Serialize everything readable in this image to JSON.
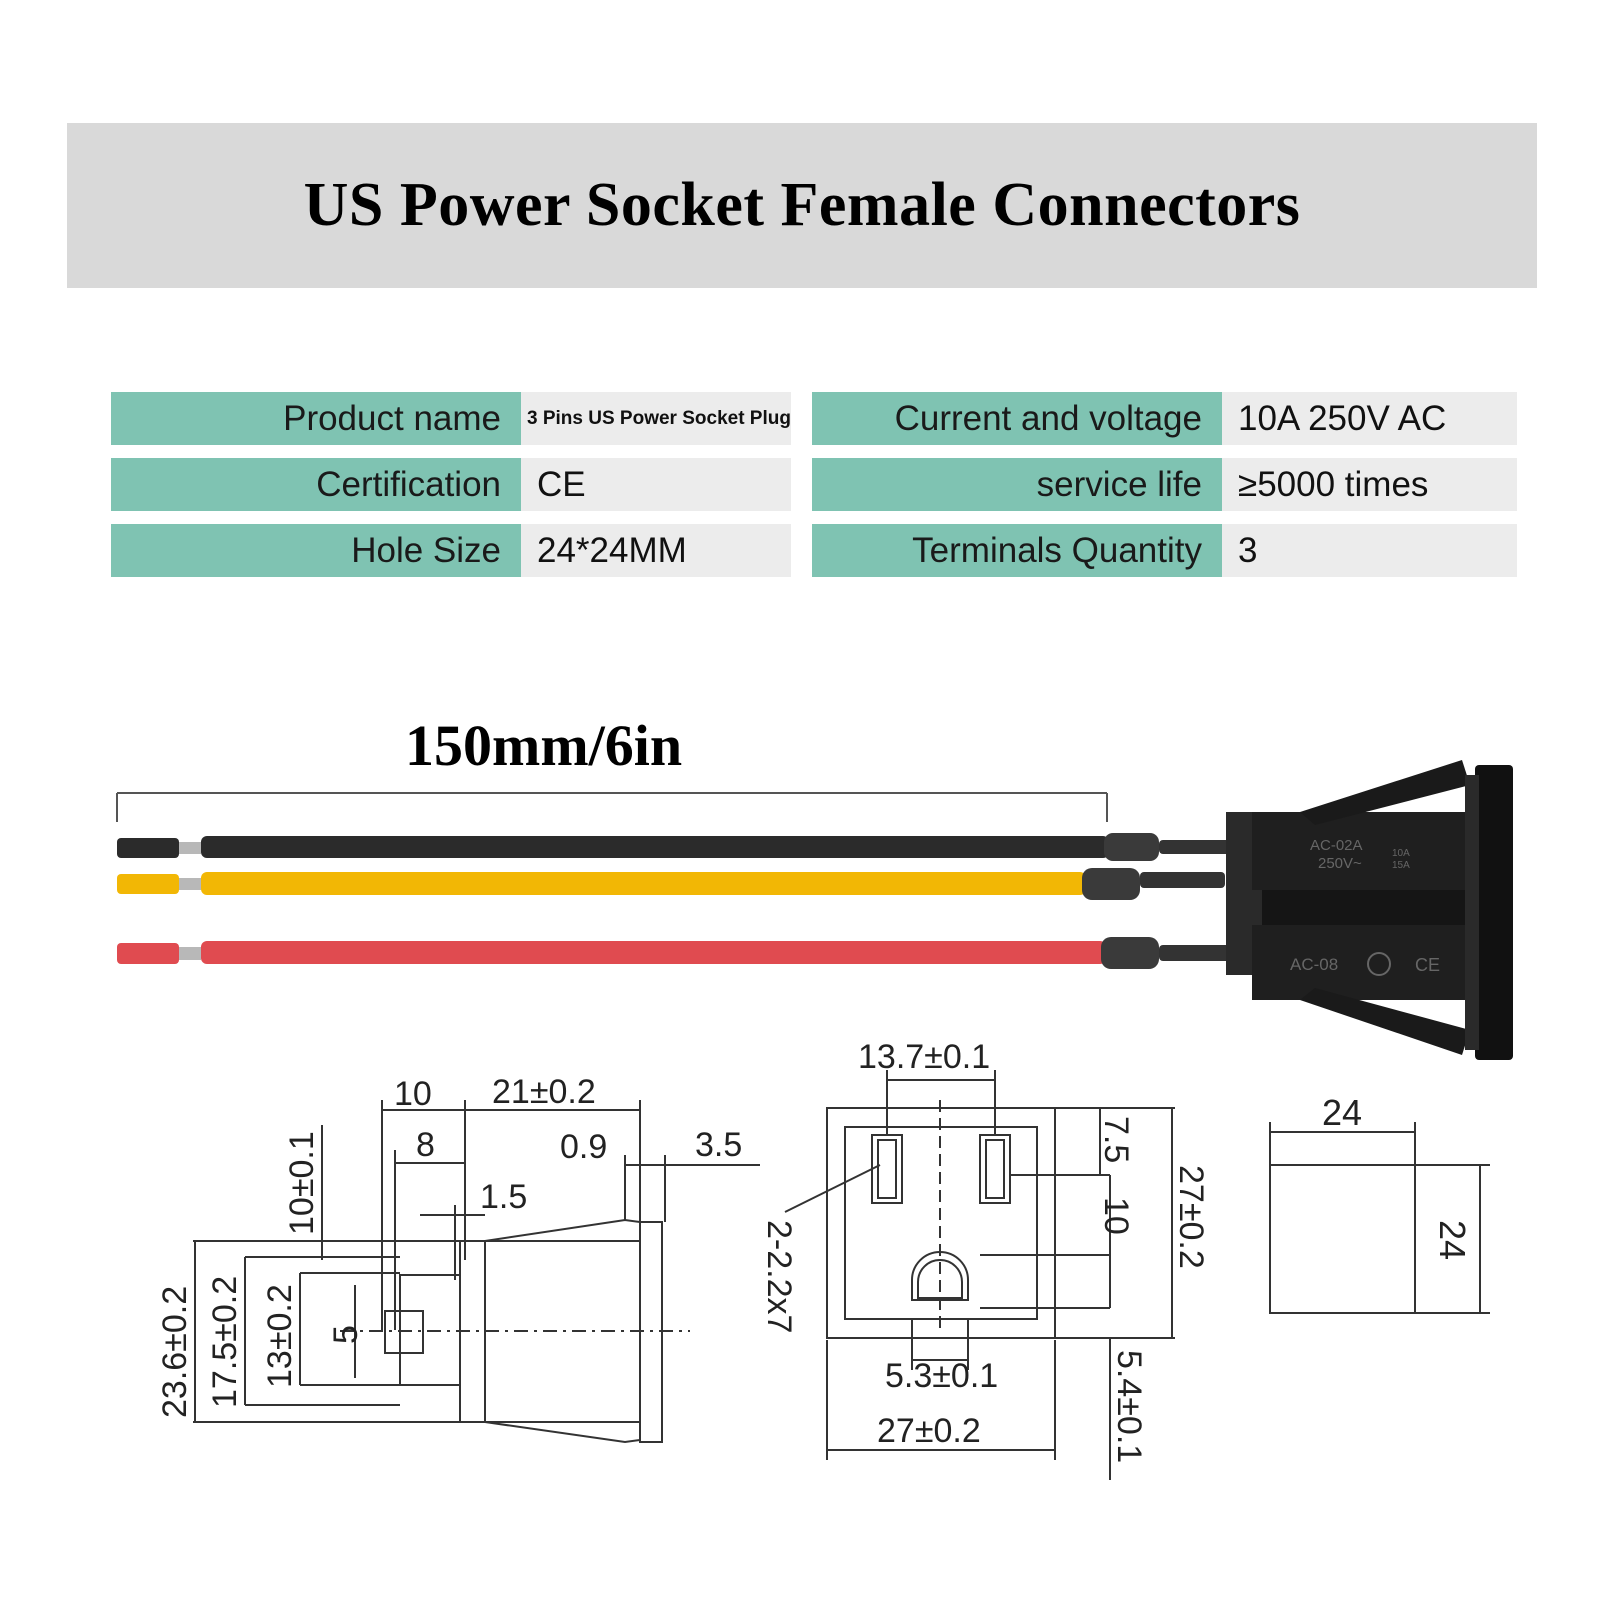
{
  "title": "US Power Socket Female Connectors",
  "specs": {
    "product_name_label": "Product name",
    "product_name_value": "3 Pins US Power Socket Plug",
    "certification_label": "Certification",
    "certification_value": "CE",
    "hole_size_label": "Hole Size",
    "hole_size_value": "24*24MM",
    "current_voltage_label": "Current and voltage",
    "current_voltage_value": "10A 250V AC",
    "service_life_label": "service life",
    "service_life_value": "≥5000 times",
    "terminals_label": "Terminals Quantity",
    "terminals_value": "3"
  },
  "cable_length": "150mm/6in",
  "socket_markings": {
    "top_model": "AC-02A",
    "top_rating": "250V~",
    "top_current_a": "10A",
    "top_current_b": "15A",
    "bottom_model": "AC-08",
    "bottom_mark": "CE"
  },
  "side_view_dims": {
    "d10": "10",
    "d21": "21±0.2",
    "d8": "8",
    "d09": "0.9",
    "d35": "3.5",
    "d15": "1.5",
    "d10v": "10±0.1",
    "d236": "23.6±0.2",
    "d175": "17.5±0.2",
    "d13": "13±0.2",
    "d5": "5"
  },
  "front_view_dims": {
    "d137": "13.7±0.1",
    "d75": "7.5",
    "d10": "10",
    "d27v": "27±0.2",
    "d22": "2-2.2x7",
    "d53": "5.3±0.1",
    "d27h": "27±0.2",
    "d54": "5.4±0.1"
  },
  "cutout_dims": {
    "w": "24",
    "h": "24"
  },
  "colors": {
    "teal": "#7fc3b2",
    "black_wire": "#2b2b2b",
    "yellow_wire": "#f2b705",
    "red_wire": "#e04b50"
  }
}
